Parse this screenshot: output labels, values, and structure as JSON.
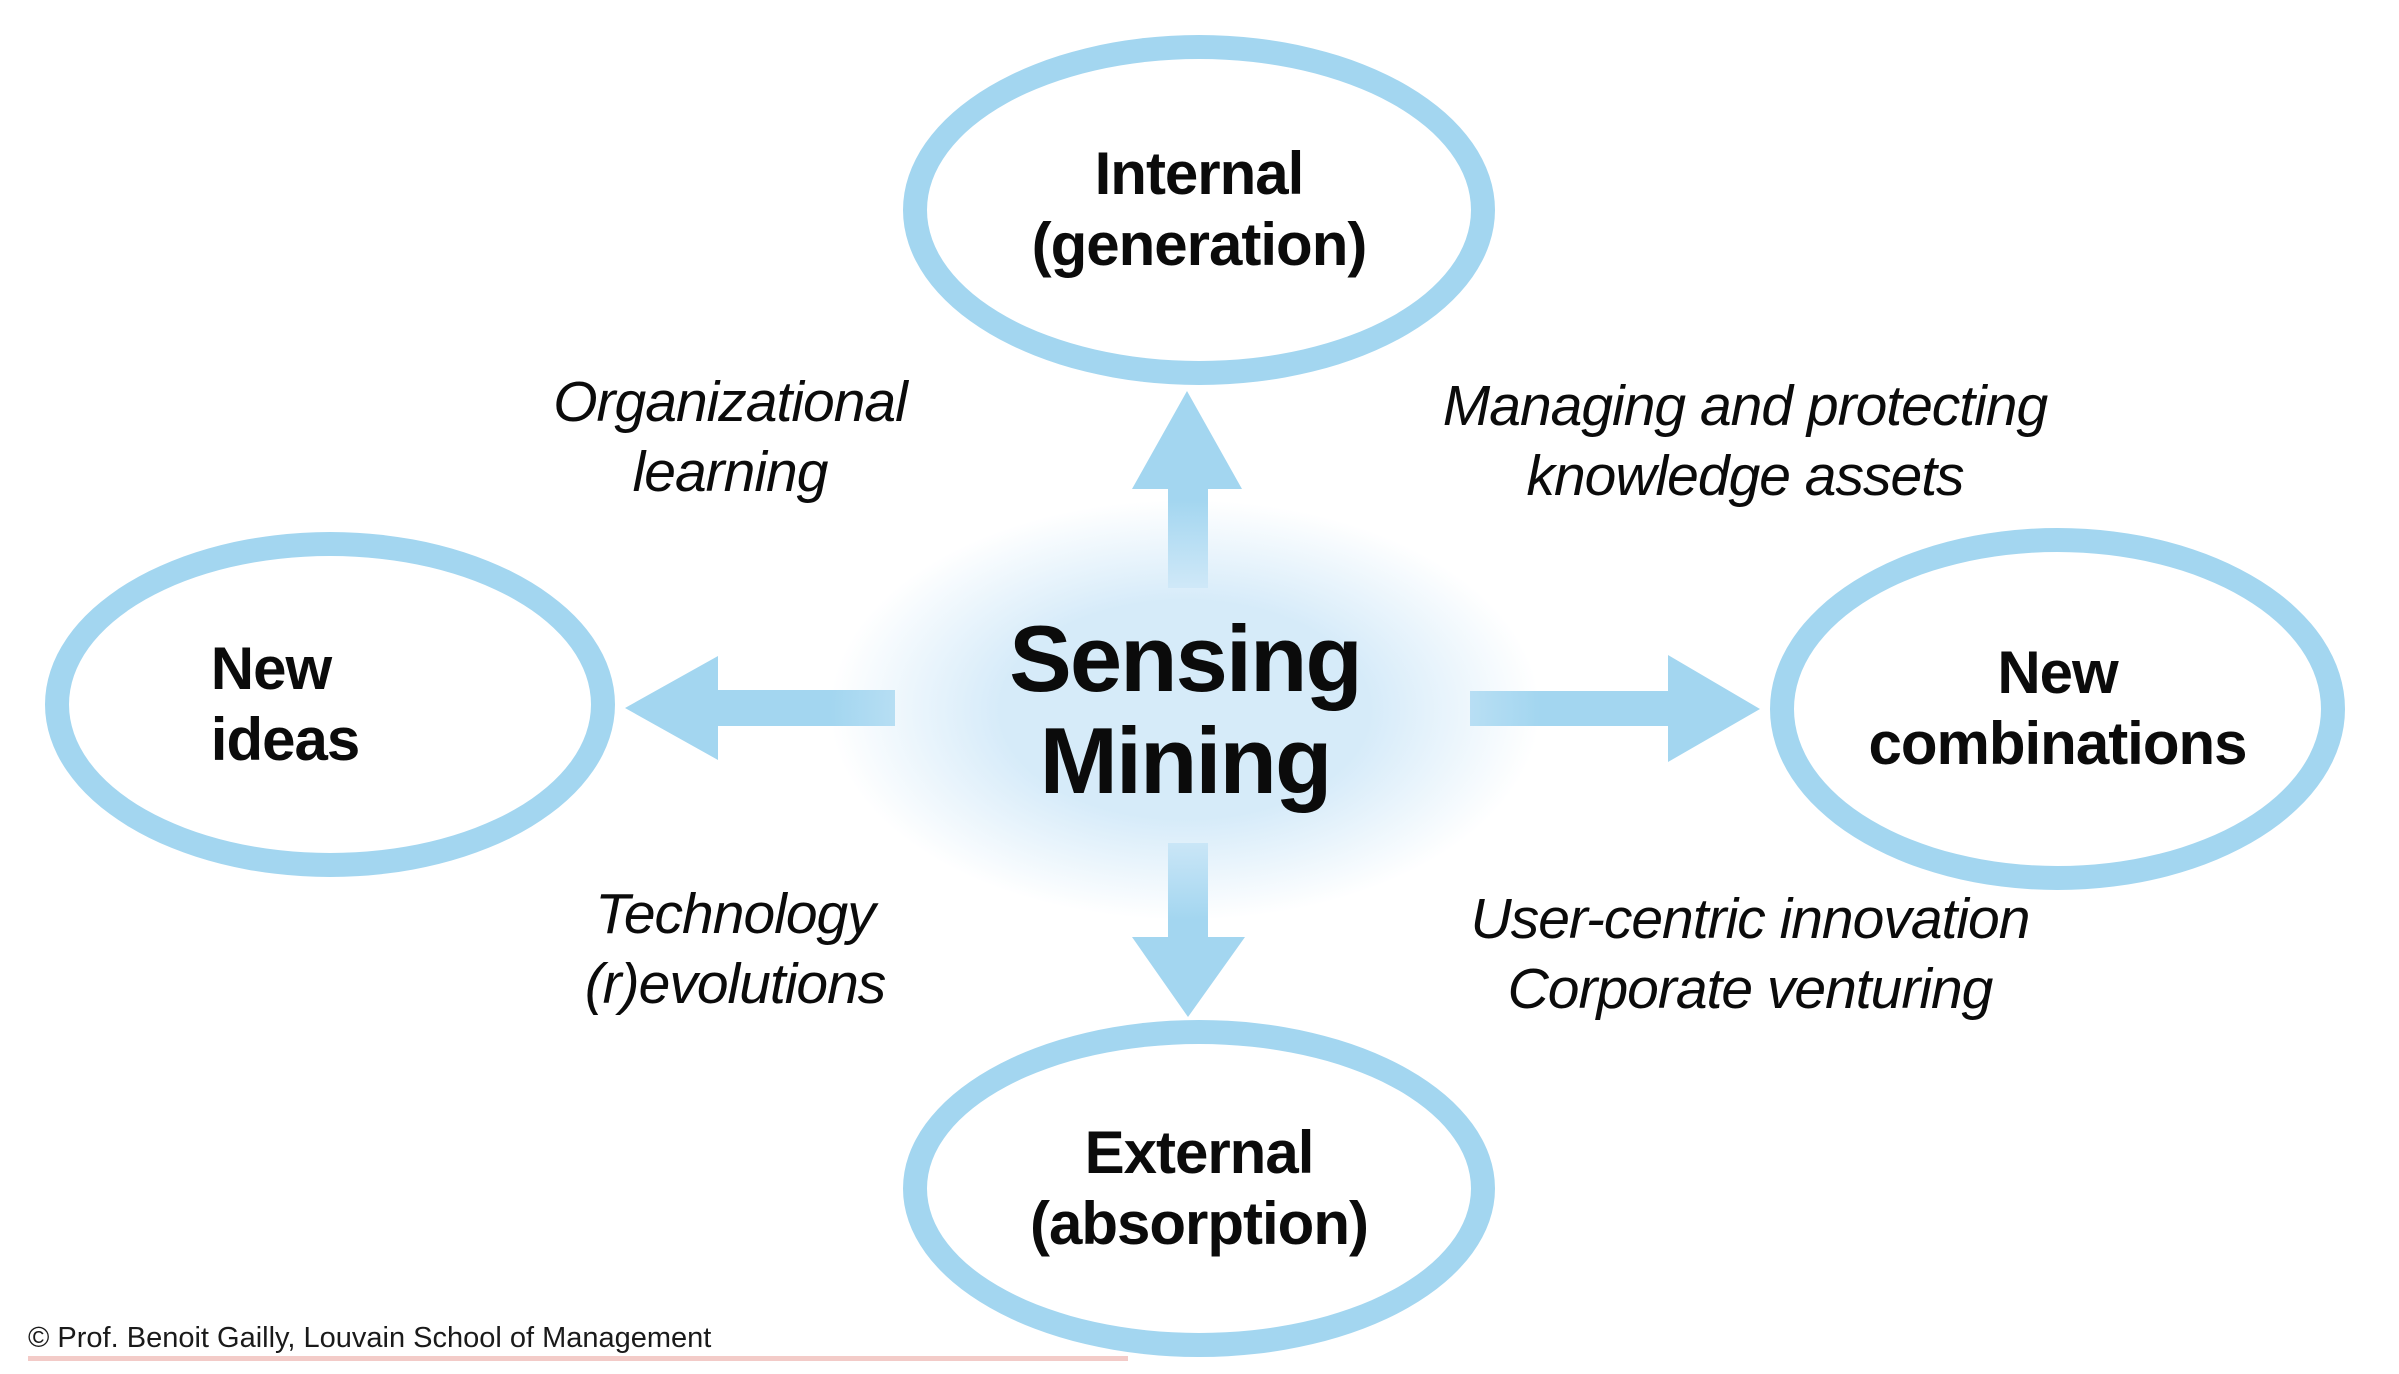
{
  "diagram": {
    "center": {
      "label": "Sensing\nMining"
    },
    "nodes": {
      "top": {
        "label": "Internal\n(generation)"
      },
      "right": {
        "label": "New\ncombinations"
      },
      "bottom": {
        "label": "External\n(absorption)"
      },
      "left": {
        "label": "New\nideas"
      }
    },
    "edge_labels": {
      "top_left": "Organizational\nlearning",
      "top_right": "Managing and protecting\nknowledge assets",
      "bottom_left": "Technology\n(r)evolutions",
      "bottom_right": "User-centric innovation\nCorporate venturing"
    },
    "colors": {
      "accent_blue": "#a3d6f0",
      "glow_blue": "#d6ebf9",
      "text": "#0b0b0b",
      "footer_red": "#eeb5b0"
    }
  },
  "footer": {
    "copyright": "© Prof. Benoit Gailly, Louvain School of Management"
  }
}
